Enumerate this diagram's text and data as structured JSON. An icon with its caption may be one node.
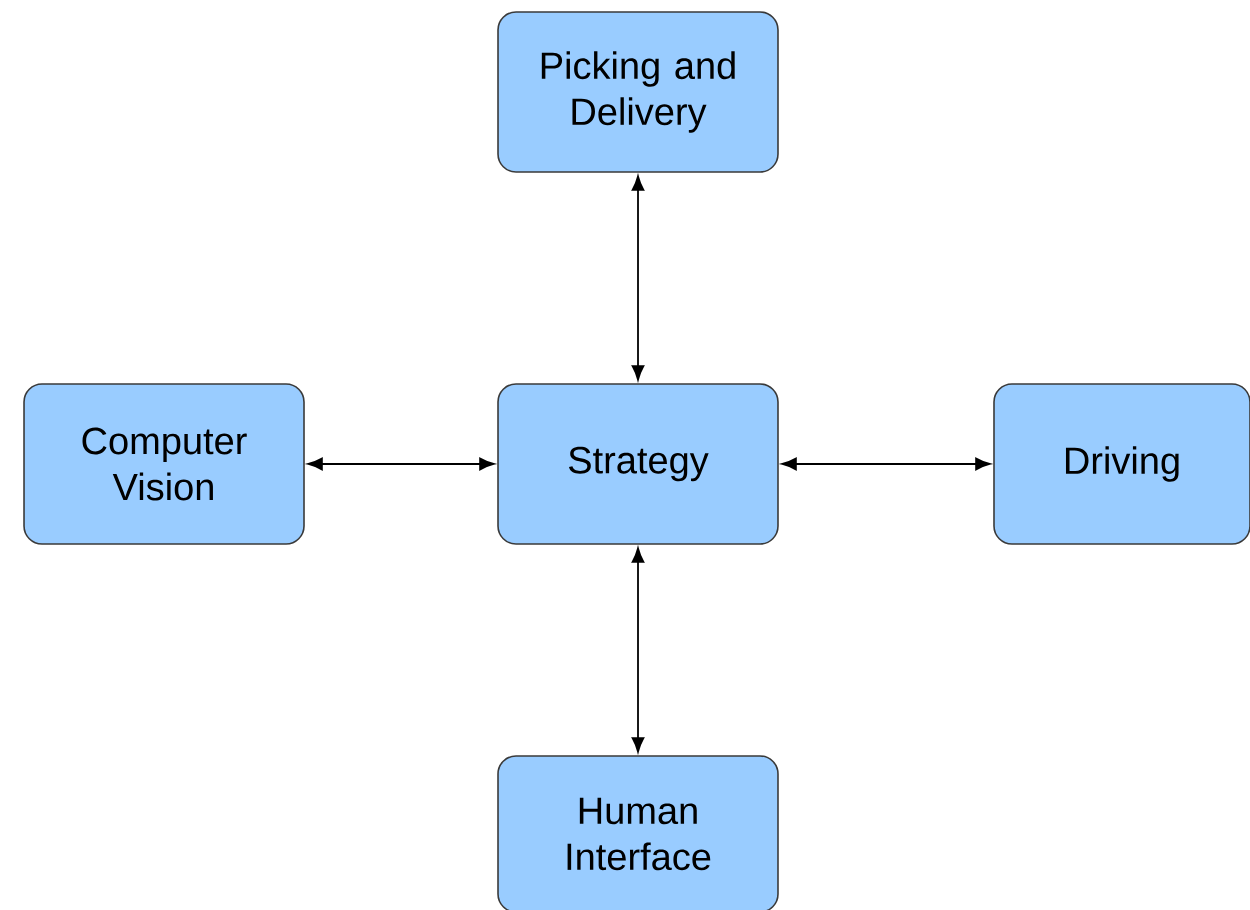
{
  "diagram": {
    "nodes": [
      {
        "text": [
          "Picking and Delivery"
        ]
      },
      {
        "text": [
          "Computer Vision"
        ]
      },
      {
        "text": [
          "Strategy"
        ]
      },
      {
        "text": [
          "Driving"
        ]
      },
      {
        "text": [
          "Human Interface"
        ]
      }
    ],
    "edges": [
      {
        "from": 2,
        "to": 0,
        "arrow": "both"
      },
      {
        "from": 2,
        "to": 1,
        "arrow": "both"
      },
      {
        "from": 2,
        "to": 3,
        "arrow": "both"
      },
      {
        "from": 2,
        "to": 4,
        "arrow": "both"
      }
    ]
  }
}
